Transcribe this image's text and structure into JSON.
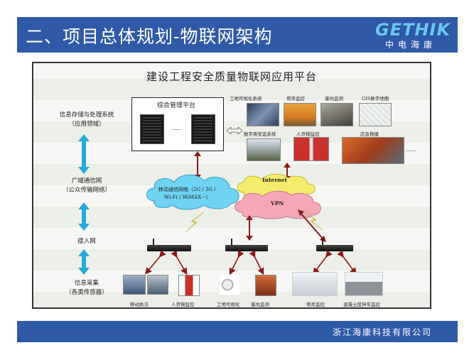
{
  "slide": {
    "title": "二、项目总体规划-物联网架构",
    "logo_word": "GETHIK",
    "logo_cn": "中电海康",
    "footer": "浙江海康科技有限公司"
  },
  "diagram": {
    "title": "建设工程安全质量物联网应用平台",
    "layers": [
      {
        "line1": "信息存储与处理系统",
        "line2": "（应用领域）"
      },
      {
        "line1": "广域通信网",
        "line2": "（公众传输网络）"
      },
      {
        "line1": "接入网",
        "line2": ""
      },
      {
        "line1": "信息采集",
        "line2": "（各类传感器）"
      }
    ],
    "platform_label": "综合管理平台",
    "server_ellipsis": "……",
    "apps_top": [
      "工地可视化系统",
      "塔吊监控",
      "基坑监测",
      "GIS数字地图"
    ],
    "apps_bottom": [
      "数字质安监系统",
      "人货梯监控",
      "应急救援"
    ],
    "apps_ellipsis": "……",
    "internet_label": "Internet",
    "mobile_line1": "移动通信网络（2G / 3G /",
    "mobile_line2": "Wi-Fi / WiMAX···）",
    "vpn_label": "VPN",
    "sensors": [
      "移动执法",
      "人货梯监控",
      "工地可视化",
      "基坑监测",
      "塔吊监控",
      "混凝土搅拌车监控"
    ]
  },
  "colors": {
    "header_bg": "#2f5aa8",
    "arrow_cyan": "#29a8dc",
    "arrow_red": "#8b1a1a",
    "cloud_blue": "#6fd3f2",
    "cloud_yellow": "#f4ec6a",
    "cloud_pink": "#f3a7b7",
    "lightning": "#f2e64a"
  }
}
